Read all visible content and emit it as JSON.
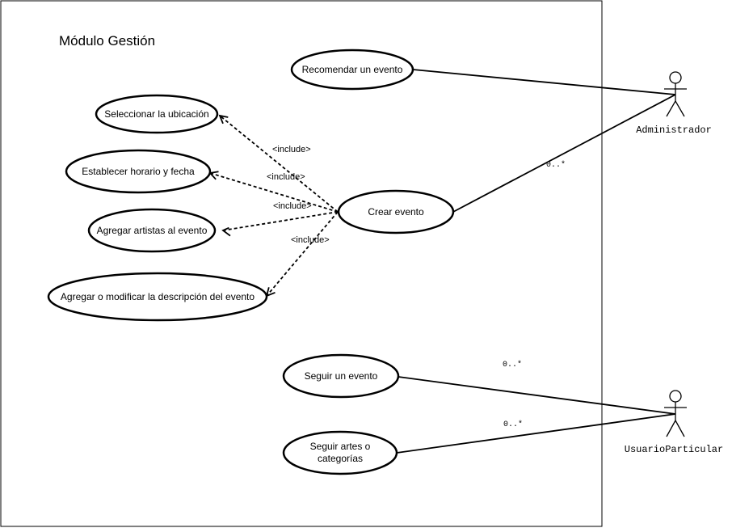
{
  "system": {
    "title": "Módulo Gestión"
  },
  "use_cases": {
    "recomendar": "Recomendar un evento",
    "ubicacion": "Seleccionar la ubicación",
    "horario": "Establecer horario y fecha",
    "artistas": "Agregar artistas al evento",
    "descripcion": "Agregar o modificar la descripción del evento",
    "crear": "Crear evento",
    "seguir_evento": "Seguir un evento",
    "seguir_artes_1": "Seguir artes o",
    "seguir_artes_2": "categorías"
  },
  "actors": {
    "admin": "Administrador",
    "usuario": "UsuarioParticular"
  },
  "relations": {
    "include_1": "<include>",
    "include_2": "<include>",
    "include_3": "<include>",
    "include_4": "<include>",
    "mult_admin": "0..*",
    "mult_seguir_evento": "0..*",
    "mult_seguir_artes": "0..*"
  }
}
